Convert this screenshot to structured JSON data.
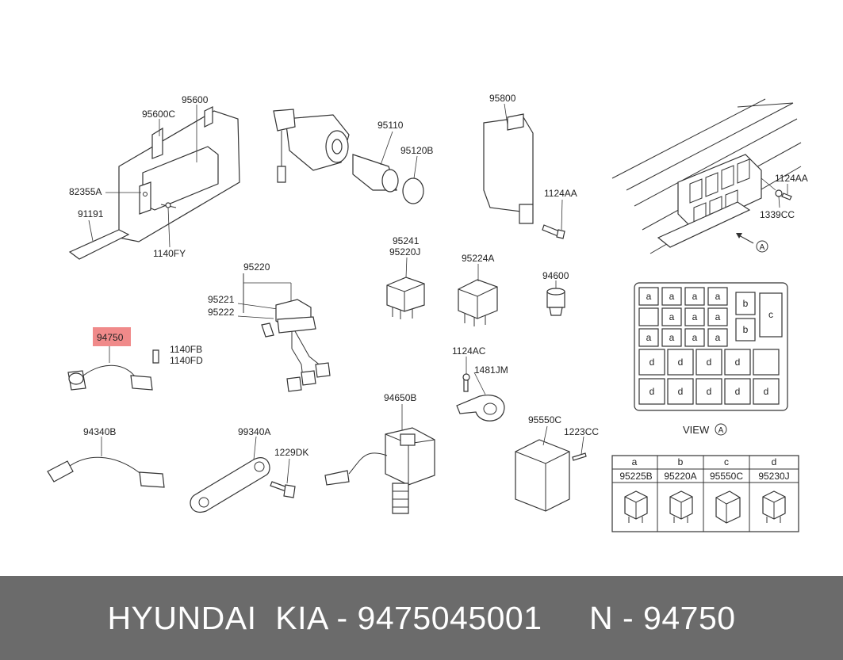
{
  "labels": {
    "l95600": "95600",
    "l95600c": "95600C",
    "l82355a": "82355A",
    "l91191": "91191",
    "l1140fy": "1140FY",
    "l95110": "95110",
    "l95120b": "95120B",
    "l95800": "95800",
    "l1124aa_1": "1124AA",
    "l1124aa_2": "1124AA",
    "l1339cc": "1339CC",
    "l95220": "95220",
    "l95221": "95221",
    "l95222": "95222",
    "l95241": "95241",
    "l95220j": "95220J",
    "l95224a": "95224A",
    "l94600": "94600",
    "l94750": "94750",
    "l1140fb": "1140FB",
    "l1140fd": "1140FD",
    "l1124ac": "1124AC",
    "l1481jm": "1481JM",
    "l94650b": "94650B",
    "l95550c": "95550C",
    "l1223cc": "1223CC",
    "l94340b": "94340B",
    "l99340a": "99340A",
    "l1229dk": "1229DK"
  },
  "view_a": {
    "caption_text": "VIEW",
    "caption_mark": "A",
    "arrow_mark": "A"
  },
  "fuse_grid": {
    "row1": [
      "a",
      "a",
      "a",
      "a"
    ],
    "row2": [
      "a",
      "a",
      "a"
    ],
    "row3": [
      "a",
      "a",
      "a",
      "a"
    ],
    "b1": "b",
    "b2": "b",
    "c": "c",
    "row4": [
      "d",
      "d",
      "d",
      "d"
    ],
    "row5": [
      "d",
      "d",
      "d",
      "d",
      "d"
    ]
  },
  "legend_table": {
    "headers": [
      "a",
      "b",
      "c",
      "d"
    ],
    "part_numbers": [
      "95225B",
      "95220A",
      "95550C",
      "95230J"
    ]
  },
  "highlight_color": "#f08a8a",
  "footer": {
    "text": "HYUNDAI  KIA - 9475045001     N - 94750"
  }
}
